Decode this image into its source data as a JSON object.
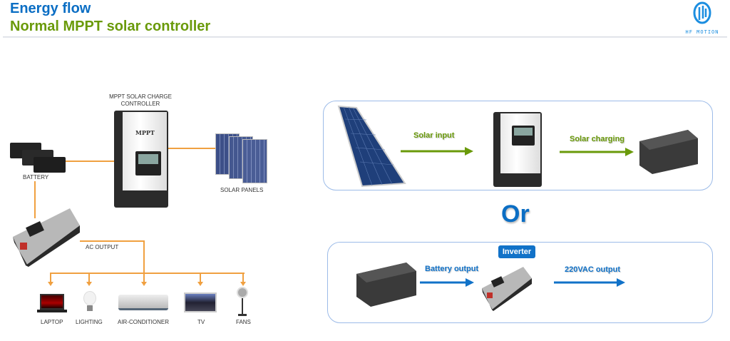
{
  "header": {
    "title": "Energy flow",
    "subtitle": "Normal MPPT solar controller",
    "logo_text": "HF MOTION"
  },
  "system_diagram": {
    "controller_label": "MPPT SOLAR CHARGE CONTROLLER",
    "controller_brand": "MPPT",
    "battery_label": "BATTERY",
    "panels_label": "SOLAR PANELS",
    "ac_output_label": "AC OUTPUT",
    "loads": [
      "LAPTOP",
      "LIGHTING",
      "AIR-CONDITIONER",
      "TV",
      "FANS"
    ]
  },
  "flow_solar": {
    "input_label": "Solar input",
    "charging_label": "Solar charging"
  },
  "or_label": "Or",
  "flow_inverter": {
    "badge": "Inverter",
    "battery_output_label": "Battery output",
    "ac_output_label": "220VAC output"
  },
  "colors": {
    "blue": "#0b6ec4",
    "green": "#6a9a0a",
    "orange": "#f0a040",
    "box_border": "#9cbbe8"
  }
}
